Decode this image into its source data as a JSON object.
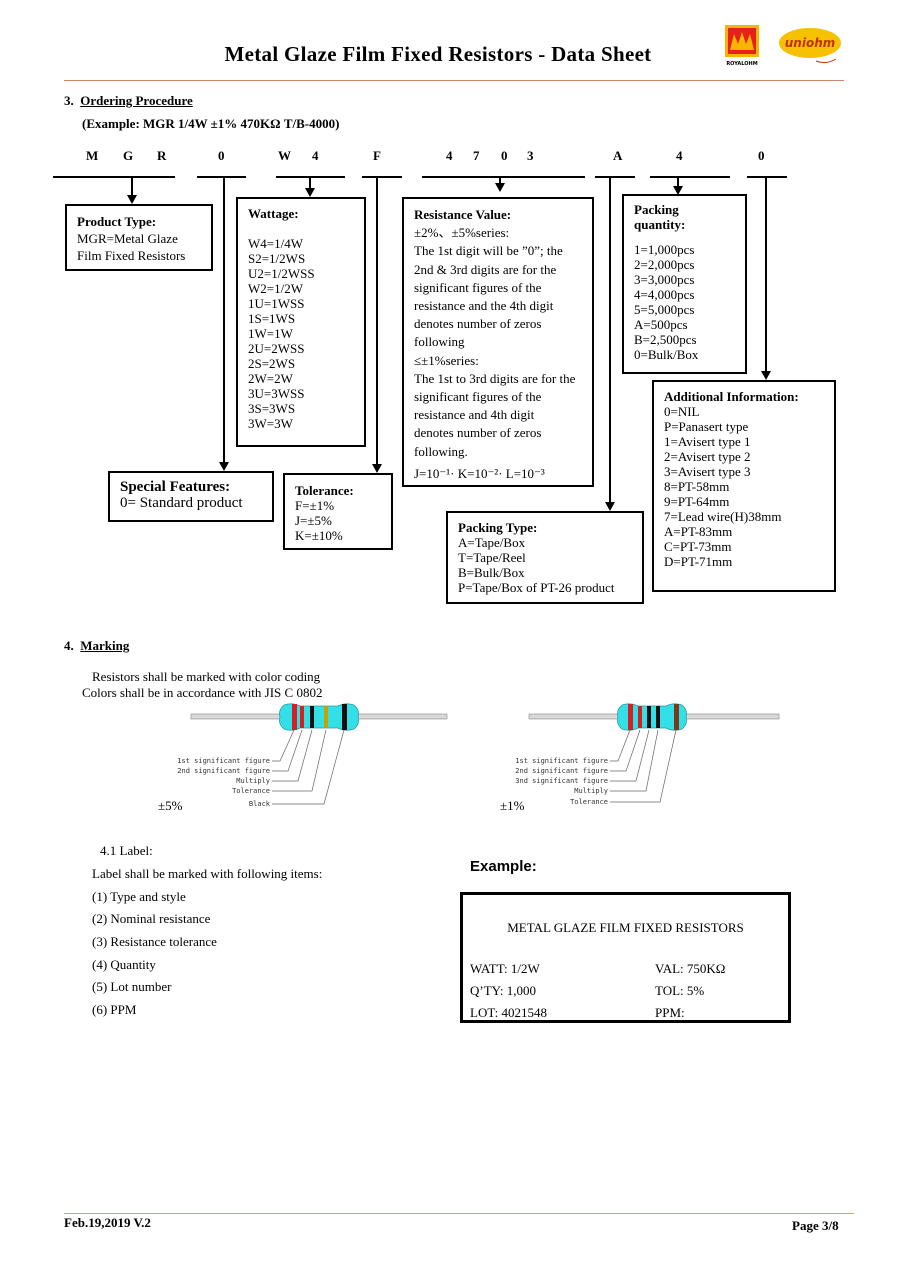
{
  "header": {
    "title": "Metal  Glaze  Film  Fixed   Resistors - Data Sheet",
    "logo_left_text": "ROYALOHM",
    "logo_right_text": "uniohm"
  },
  "section3": {
    "heading_num": "3.",
    "heading": "Ordering Procedure",
    "example": "(Example: MGR  1/4W  ±1% 470KΩ  T/B-4000)",
    "code_letters": [
      "M",
      "G",
      "R",
      "0",
      "W",
      "4",
      "F",
      "4",
      "7",
      "0",
      "3",
      "A",
      "4",
      "0"
    ],
    "product_type": {
      "title": "Product Type:",
      "lines": [
        "MGR=Metal Glaze",
        "Film Fixed Resistors"
      ]
    },
    "special_features": {
      "title": "Special Features:",
      "lines": [
        "0= Standard product"
      ]
    },
    "wattage": {
      "title": "Wattage:",
      "lines": [
        "W4=1/4W",
        "S2=1/2WS",
        "U2=1/2WSS",
        "W2=1/2W",
        "1U=1WSS",
        "1S=1WS",
        "1W=1W",
        "2U=2WSS",
        "2S=2WS",
        "2W=2W",
        "3U=3WSS",
        "3S=3WS",
        "3W=3W"
      ]
    },
    "tolerance": {
      "title": "Tolerance:",
      "lines": [
        "F=±1%",
        "J=±5%",
        "K=±10%"
      ]
    },
    "resistance_value": {
      "title": "Resistance Value:",
      "lines": [
        "±2%、±5%series:",
        "The 1st digit will be ”0”; the",
        "2nd & 3rd digits are for the",
        "significant figures of the",
        "resistance and the 4th digit",
        "denotes number of zeros",
        "following",
        "≤±1%series:",
        "The 1st to 3rd digits are for the",
        "significant figures of the",
        "resistance and 4th digit",
        "denotes number of zeros",
        "following.",
        "J=10⁻¹· K=10⁻²· L=10⁻³"
      ]
    },
    "packing_type": {
      "title": "Packing Type:",
      "lines": [
        "A=Tape/Box",
        "T=Tape/Reel",
        "B=Bulk/Box",
        "P=Tape/Box of PT-26 product"
      ]
    },
    "packing_quantity": {
      "title_1": "Packing",
      "title_2": "quantity:",
      "lines": [
        "1=1,000pcs",
        "2=2,000pcs",
        "3=3,000pcs",
        "4=4,000pcs",
        "5=5,000pcs",
        "A=500pcs",
        "B=2,500pcs",
        "0=Bulk/Box"
      ]
    },
    "additional_info": {
      "title": "Additional Information:",
      "lines": [
        "0=NIL",
        "P=Panasert type",
        "1=Avisert type 1",
        "2=Avisert type 2",
        "3=Avisert type 3",
        "8=PT-58mm",
        "9=PT-64mm",
        "7=Lead wire(H)38mm",
        "A=PT-83mm",
        "C=PT-73mm",
        "D=PT-71mm"
      ]
    }
  },
  "section4": {
    "heading_num": "4.",
    "heading": "Marking",
    "intro_1": "Resistors shall be marked with color coding",
    "intro_2": "Colors shall be in accordance with JIS C 0802",
    "left_tol": "±5%",
    "right_tol": "±1%",
    "left_labels": [
      "1st significant figure",
      "2nd significant figure",
      "Multiply",
      "Tolerance",
      "Black"
    ],
    "right_labels": [
      "1st significant figure",
      "2nd significant figure",
      "3nd significant figure",
      "Multiply",
      "Tolerance"
    ],
    "label_heading": "4.1 Label:",
    "label_intro": "Label shall be marked with following items:",
    "label_items": [
      "(1) Type and style",
      "(2) Nominal resistance",
      "(3) Resistance tolerance",
      "(4) Quantity",
      "(5) Lot number",
      "(6) PPM"
    ],
    "example_title": "Example:",
    "example_box": {
      "title": "METAL GLAZE FILM FIXED RESISTORS",
      "watt": "WATT: 1/2W",
      "val": "VAL: 750KΩ",
      "qty": "Q’TY: 1,000",
      "tol": "TOL: 5%",
      "lot": "LOT: 4021548",
      "ppm": "PPM:"
    },
    "colors": {
      "body": "#33e0e8",
      "red": "#d42020",
      "black": "#111111",
      "brown": "#7a3a1a",
      "gold": "#c8a000",
      "lead": "#d8d8d8"
    }
  },
  "footer": {
    "date": "Feb.19,2019  V.2",
    "page": "Page  3/8"
  }
}
